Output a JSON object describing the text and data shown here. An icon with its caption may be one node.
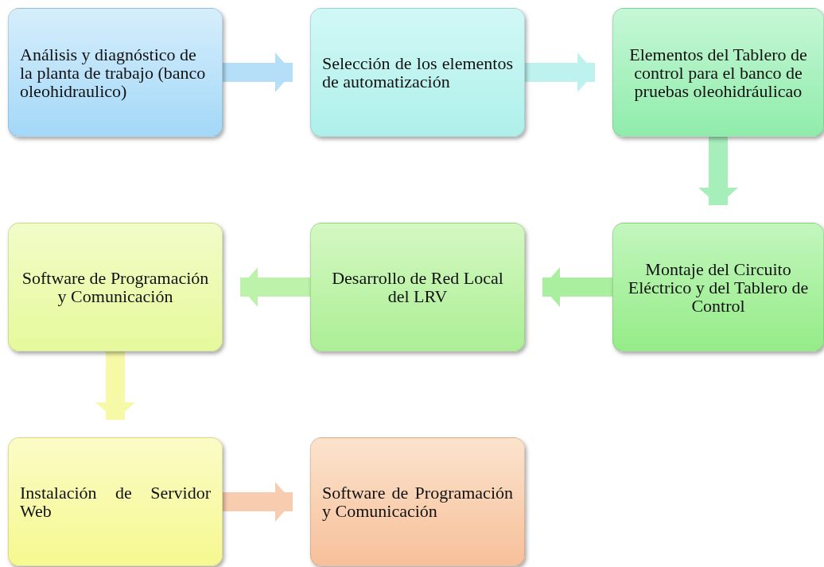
{
  "diagram": {
    "nodes": [
      {
        "text": [
          "Análisis y diagnóstico de la planta de trabajo (banco oleohidraulico)"
        ]
      },
      {
        "text": [
          "Selección de los elementos de automatización"
        ]
      },
      {
        "text": [
          "Elementos del Tablero de control para el banco de pruebas oleohidráulicao"
        ]
      },
      {
        "text": [
          "Montaje del Circuito Eléctrico y del Tablero de Control"
        ]
      },
      {
        "text": [
          "Desarrollo de Red Local del LRV"
        ]
      },
      {
        "text": [
          "Software de Programación y Comunicación"
        ]
      },
      {
        "text": [
          "Instalación de Servidor Web"
        ]
      },
      {
        "text": [
          "Software de Programación y Comunicación"
        ]
      }
    ],
    "edges": [
      {
        "from": 0,
        "to": 1,
        "arrow": "to",
        "color": "#a3d8f8"
      },
      {
        "from": 1,
        "to": 2,
        "arrow": "to",
        "color": "#aef0ea"
      },
      {
        "from": 2,
        "to": 3,
        "arrow": "to",
        "color": "#90ecab"
      },
      {
        "from": 3,
        "to": 4,
        "arrow": "to",
        "color": "#95ec88"
      },
      {
        "from": 4,
        "to": 5,
        "arrow": "to",
        "color": "#acef95"
      },
      {
        "from": 5,
        "to": 6,
        "arrow": "to",
        "color": "#f4f890"
      },
      {
        "from": 6,
        "to": 7,
        "arrow": "to",
        "color": "#f7c09a"
      }
    ]
  }
}
